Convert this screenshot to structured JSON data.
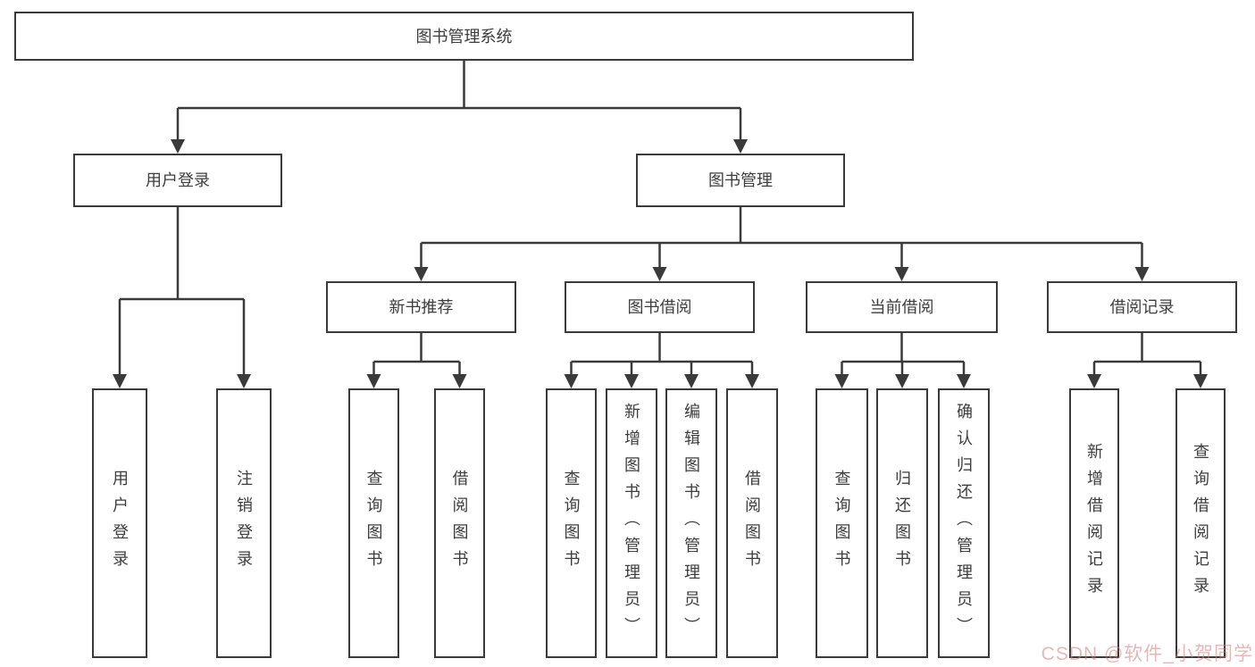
{
  "title": "图书管理系统",
  "watermark": "CSDN @软件_小贺同学",
  "colors": {
    "background": "#ffffff",
    "line": "#3a3a3a",
    "border": "#3a3a3a",
    "text": "#3d3d3d",
    "watermark": "rgba(205,125,125,0.55)"
  },
  "tree": {
    "label": "图书管理系统",
    "children": [
      {
        "label": "用户登录",
        "children": [
          {
            "label": "用户登录"
          },
          {
            "label": "注销登录"
          }
        ]
      },
      {
        "label": "图书管理",
        "children": [
          {
            "label": "新书推荐",
            "children": [
              {
                "label": "查询图书"
              },
              {
                "label": "借阅图书"
              }
            ]
          },
          {
            "label": "图书借阅",
            "children": [
              {
                "label": "查询图书"
              },
              {
                "label": "新增图书（管理员）"
              },
              {
                "label": "编辑图书（管理员）"
              },
              {
                "label": "借阅图书"
              }
            ]
          },
          {
            "label": "当前借阅",
            "children": [
              {
                "label": "查询图书"
              },
              {
                "label": "归还图书"
              },
              {
                "label": "确认归还（管理员）"
              }
            ]
          },
          {
            "label": "借阅记录",
            "children": [
              {
                "label": "新增借阅记录"
              },
              {
                "label": "查询借阅记录"
              }
            ]
          }
        ]
      }
    ]
  }
}
